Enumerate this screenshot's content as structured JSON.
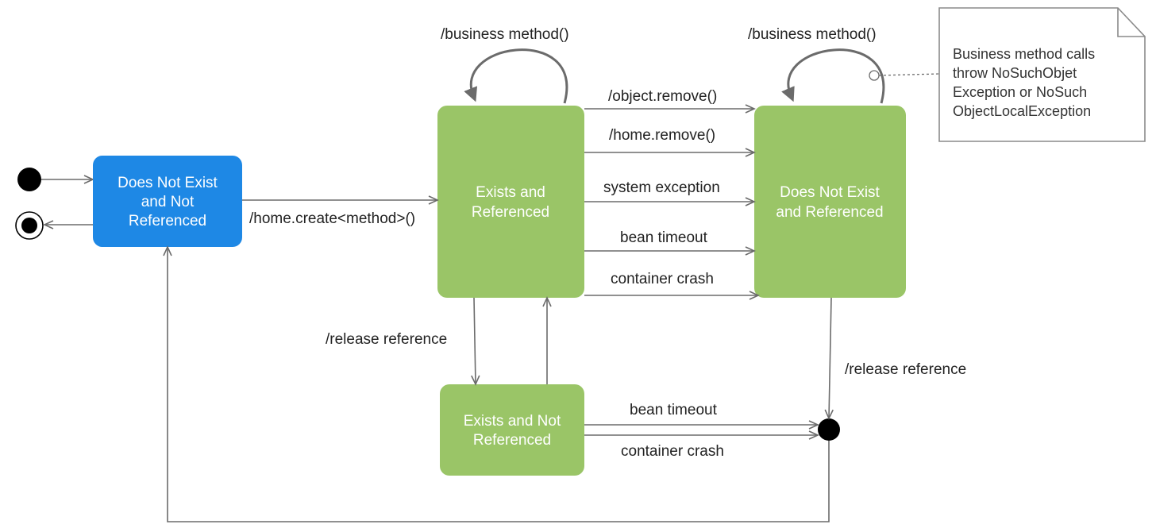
{
  "states": {
    "does_not_exist_not_referenced": {
      "lines": [
        "Does Not Exist",
        "and Not",
        "Referenced"
      ],
      "color": "#1e88e5"
    },
    "exists_and_referenced": {
      "lines": [
        "Exists and",
        "Referenced"
      ],
      "color": "#9ac567"
    },
    "does_not_exist_and_referenced": {
      "lines": [
        "Does Not Exist",
        "and Referenced"
      ],
      "color": "#9ac567"
    },
    "exists_and_not_referenced": {
      "lines": [
        "Exists and Not",
        "Referenced"
      ],
      "color": "#9ac567"
    }
  },
  "transitions": {
    "home_create": "/home.create<method>()",
    "business_method_left": "/business method()",
    "business_method_right": "/business method()",
    "object_remove": "/object.remove()",
    "home_remove": "/home.remove()",
    "system_exception": "system exception",
    "bean_timeout_top": "bean timeout",
    "container_crash_top": "container crash",
    "release_reference_left": "/release reference",
    "release_reference_right": "/release reference",
    "bean_timeout_bottom": "bean timeout",
    "container_crash_bottom": "container crash"
  },
  "note": {
    "lines": [
      "Business method calls",
      "throw NoSuchObjet",
      "Exception or NoSuch",
      "ObjectLocalException"
    ]
  },
  "colors": {
    "initial_state": "#000000",
    "edge": "#6b6b6b",
    "note_border": "#8a8a8a"
  }
}
